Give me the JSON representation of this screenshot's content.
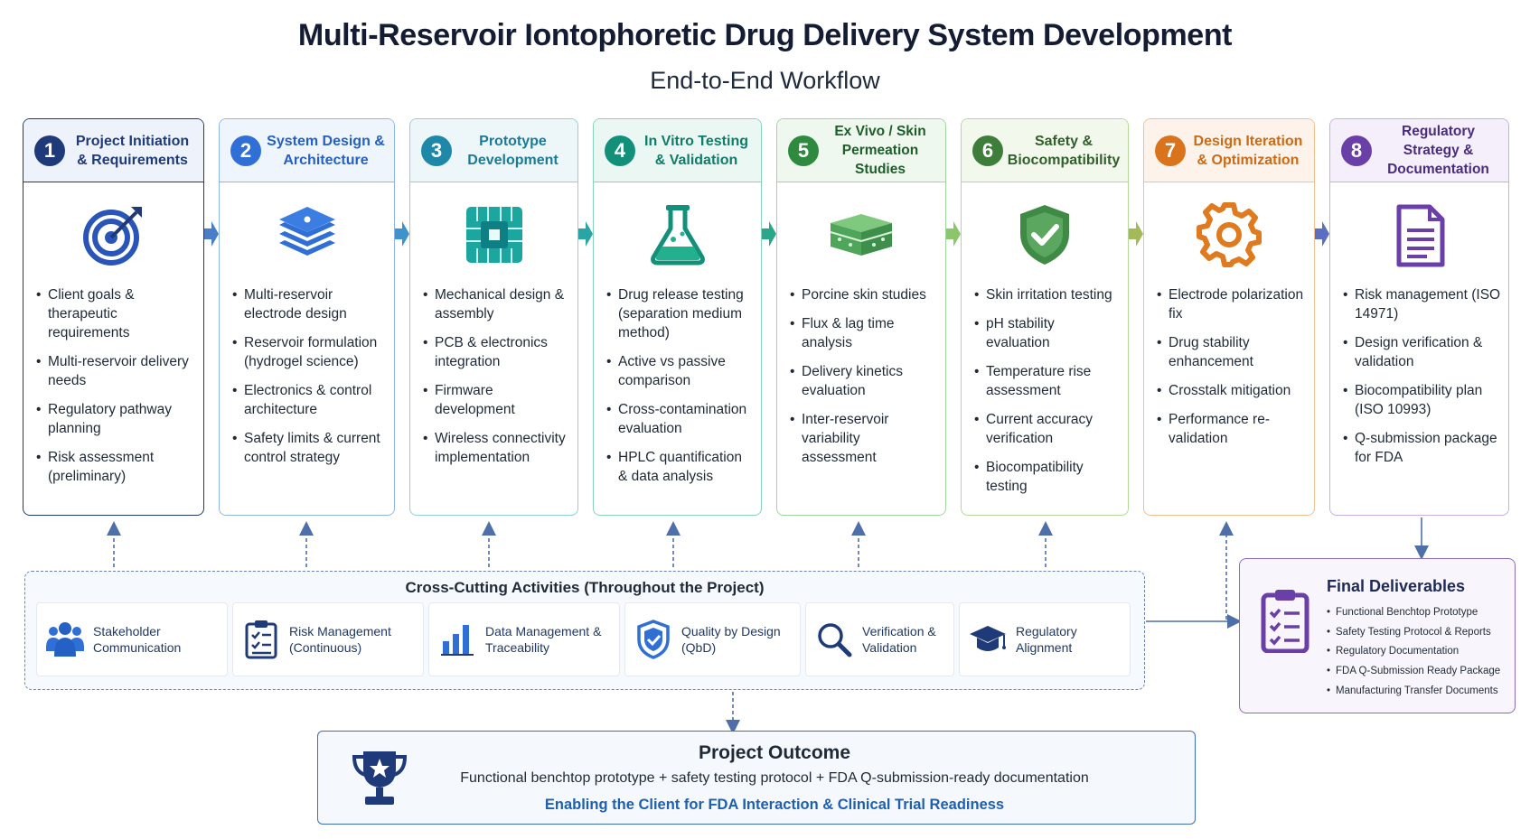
{
  "header": {
    "title": "Multi-Reservoir Iontophoretic Drug Delivery System Development",
    "subtitle": "End-to-End Workflow"
  },
  "phases": [
    {
      "num": "1",
      "title": "Project Initiation & Requirements",
      "icon": "target-icon",
      "color": "#1e3a78",
      "tint": "#eef3fb",
      "bullets": [
        "Client goals & therapeutic requirements",
        "Multi-reservoir delivery needs",
        "Regulatory pathway planning",
        "Risk assessment (preliminary)"
      ]
    },
    {
      "num": "2",
      "title": "System Design & Architecture",
      "icon": "layers-icon",
      "color": "#2f6fd6",
      "tint": "#eef5fd",
      "bullets": [
        "Multi-reservoir electrode design",
        "Reservoir formulation (hydrogel science)",
        "Electronics & control architecture",
        "Safety limits & current control strategy"
      ]
    },
    {
      "num": "3",
      "title": "Prototype Development",
      "icon": "circuit-chip-icon",
      "color": "#1e88a8",
      "tint": "#edf7fa",
      "bullets": [
        "Mechanical design & assembly",
        "PCB & electronics integration",
        "Firmware development",
        "Wireless connectivity implementation"
      ]
    },
    {
      "num": "4",
      "title": "In Vitro Testing & Validation",
      "icon": "flask-icon",
      "color": "#13907a",
      "tint": "#eaf7f3",
      "bullets": [
        "Drug release testing (separation medium method)",
        "Active vs passive comparison",
        "Cross-contamination evaluation",
        "HPLC quantification & data analysis"
      ]
    },
    {
      "num": "5",
      "title": "Ex Vivo / Skin Permeation Studies",
      "icon": "skin-tissue-icon",
      "color": "#2e8a3e",
      "tint": "#eef8ee",
      "bullets": [
        "Porcine skin studies",
        "Flux & lag time analysis",
        "Delivery kinetics evaluation",
        "Inter-reservoir variability assessment"
      ]
    },
    {
      "num": "6",
      "title": "Safety & Biocompatibility",
      "icon": "shield-check-icon",
      "color": "#3f7d3a",
      "tint": "#f3f8ec",
      "bullets": [
        "Skin irritation testing",
        "pH stability evaluation",
        "Temperature rise assessment",
        "Current accuracy verification",
        "Biocompatibility testing"
      ]
    },
    {
      "num": "7",
      "title": "Design Iteration & Optimization",
      "icon": "gear-icon",
      "color": "#d9731c",
      "tint": "#fdf3ea",
      "bullets": [
        "Electrode polarization fix",
        "Drug stability enhancement",
        "Crosstalk mitigation",
        "Performance re-validation"
      ]
    },
    {
      "num": "8",
      "title": "Regulatory Strategy & Documentation",
      "icon": "document-icon",
      "color": "#6a3fa8",
      "tint": "#f4effb",
      "bullets": [
        "Risk management (ISO 14971)",
        "Design verification & validation",
        "Biocompatibility plan (ISO 10993)",
        "Q-submission package for FDA"
      ]
    }
  ],
  "cross_cutting": {
    "title": "Cross-Cutting Activities (Throughout the Project)",
    "items": [
      {
        "label": "Stakeholder Communication",
        "icon": "people-icon"
      },
      {
        "label": "Risk Management (Continuous)",
        "icon": "checklist-icon"
      },
      {
        "label": "Data Management & Traceability",
        "icon": "bar-chart-icon"
      },
      {
        "label": "Quality by Design (QbD)",
        "icon": "shield-icon"
      },
      {
        "label": "Verification & Validation",
        "icon": "search-icon"
      },
      {
        "label": "Regulatory Alignment",
        "icon": "graduation-cap-icon"
      }
    ]
  },
  "final_deliverables": {
    "title": "Final Deliverables",
    "icon": "clipboard-icon",
    "items": [
      "Functional Benchtop Prototype",
      "Safety Testing Protocol & Reports",
      "Regulatory Documentation",
      "FDA Q-Submission Ready Package",
      "Manufacturing Transfer Documents"
    ]
  },
  "outcome": {
    "title": "Project Outcome",
    "icon": "trophy-icon",
    "description": "Functional benchtop prototype + safety testing protocol + FDA Q-submission-ready documentation",
    "tagline": "Enabling the Client for FDA Interaction & Clinical Trial Readiness"
  },
  "colors": {
    "arrow_blue": "#4a7fc8",
    "dark_navy": "#1f3864",
    "connector": "#4f6fa8"
  }
}
